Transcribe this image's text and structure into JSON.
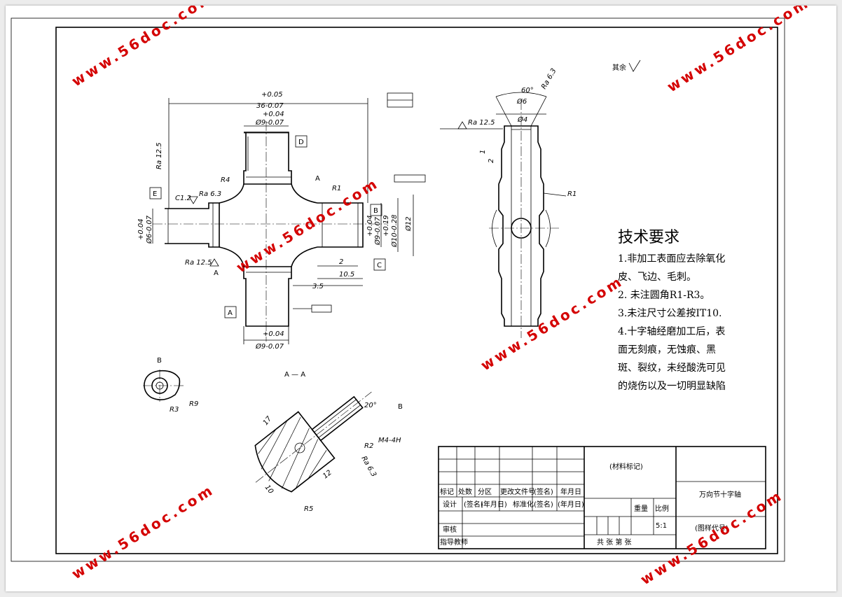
{
  "watermark": "www.56doc.com",
  "technical_requirements": {
    "title": "技术要求",
    "lines": [
      "1.非加工表面应去除氧化",
      "皮、飞边、毛刺。",
      "2. 未注圆角R1-R3。",
      "3.未注尺寸公差按IT10.",
      "4.十字轴经磨加工后，表",
      "面无刻痕，无蚀痕、黑",
      "斑、裂纹，未经酸洗可见",
      "的烧伤以及一切明显缺陷"
    ]
  },
  "title_block": {
    "material_label": "(材料标记)",
    "part_name": "万向节十字轴",
    "drawing_no": "(图样代号)",
    "weight_label": "重量",
    "scale_label": "比例",
    "scale_value": "5:1",
    "sheets": "共 张   第 张",
    "row_mark": [
      "标记",
      "处数",
      "分区",
      "更改文件号",
      "(签名)",
      "年月日"
    ],
    "row_design": [
      "设计",
      "(签名)",
      "(年月日)",
      "标准化",
      "(签名)",
      "(年月日)"
    ],
    "review": "审核",
    "advisor": "指导教师"
  },
  "views": {
    "section_label": "A — A",
    "detail_label": "B",
    "datums": [
      "A",
      "B",
      "C",
      "D",
      "E"
    ],
    "section_marks": [
      "A",
      "A",
      "B"
    ]
  },
  "dimensions": {
    "overall_tol": "+0.05",
    "overall": "36-0.07",
    "top_tol": "+0.04",
    "top_dia": "Ø9-0.07",
    "bottom_tol": "+0.04",
    "bottom_dia": "Ø9-0.07",
    "left_tol": "+0.04",
    "left_dia": "Ø6-0.07",
    "right_tol": "+0.04",
    "right_dia": "Ø9-0.07",
    "right_d2_tol": "+0.19",
    "right_d2": "Ø10-0.28",
    "right_d3": "Ø12",
    "d_2": "2",
    "d_10_5": "10.5",
    "d_3_5": "3.5",
    "r4": "R4",
    "r1": "R1",
    "c12": "C1.2",
    "ra_63": "Ra 6.3",
    "ra_125": "Ra 12.5",
    "ra_top": "Ra 12.5",
    "side_angle": "60°",
    "side_d6": "Ø6",
    "side_d4": "Ø4",
    "side_1": "1",
    "side_2": "2",
    "side_r1": "R1",
    "side_ra": "Ra 6.3",
    "detail_r3": "R3",
    "detail_r9": "R9",
    "sec_angle": "20°",
    "sec_17": "17",
    "sec_10": "10",
    "sec_12": "12",
    "sec_r2": "R2",
    "sec_r5": "R5",
    "sec_thread": "M4-4H",
    "sec_ra": "Ra 6.3",
    "rest_symbol": "其余"
  }
}
